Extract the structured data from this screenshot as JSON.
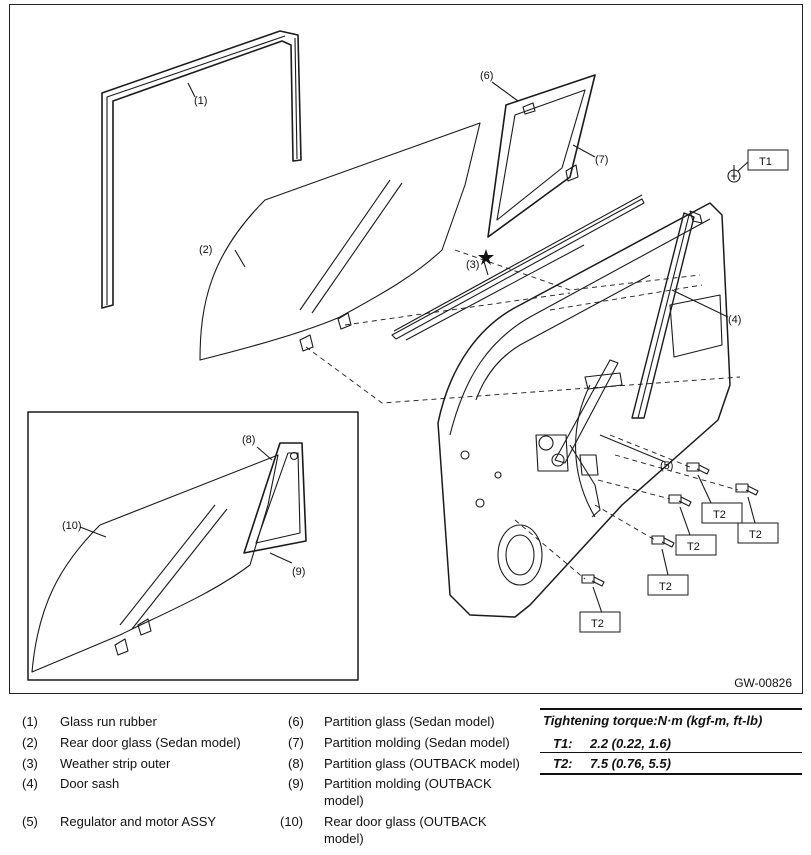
{
  "figure": {
    "code": "GW-00826",
    "callouts": {
      "c1": "(1)",
      "c2": "(2)",
      "c3": "(3)",
      "c4": "(4)",
      "c5": "(5)",
      "c6": "(6)",
      "c7": "(7)",
      "c8": "(8)",
      "c9": "(9)",
      "c10": "(10)"
    },
    "torque_labels": {
      "t1": "T1",
      "t2": "T2"
    }
  },
  "legend": [
    {
      "num": "(1)",
      "text": "Glass run rubber"
    },
    {
      "num": "(2)",
      "text": "Rear door glass (Sedan model)"
    },
    {
      "num": "(3)",
      "text": "Weather strip outer"
    },
    {
      "num": "(4)",
      "text": "Door sash"
    },
    {
      "num": "(5)",
      "text": "Regulator and motor ASSY"
    },
    {
      "num": "(6)",
      "text": "Partition glass (Sedan model)"
    },
    {
      "num": "(7)",
      "text": "Partition molding (Sedan model)"
    },
    {
      "num": "(8)",
      "text": "Partition glass (OUTBACK model)"
    },
    {
      "num": "(9)",
      "text": "Partition molding (OUTBACK",
      "text2": "model)"
    },
    {
      "num": "(10)",
      "text": "Rear door glass (OUTBACK",
      "text2": "model)"
    }
  ],
  "torque": {
    "title": "Tightening torque:N·m (kgf-m, ft-lb)",
    "rows": [
      {
        "key": "T1:",
        "value": "2.2 (0.22, 1.6)"
      },
      {
        "key": "T2:",
        "value": "7.5 (0.76, 5.5)"
      }
    ]
  }
}
